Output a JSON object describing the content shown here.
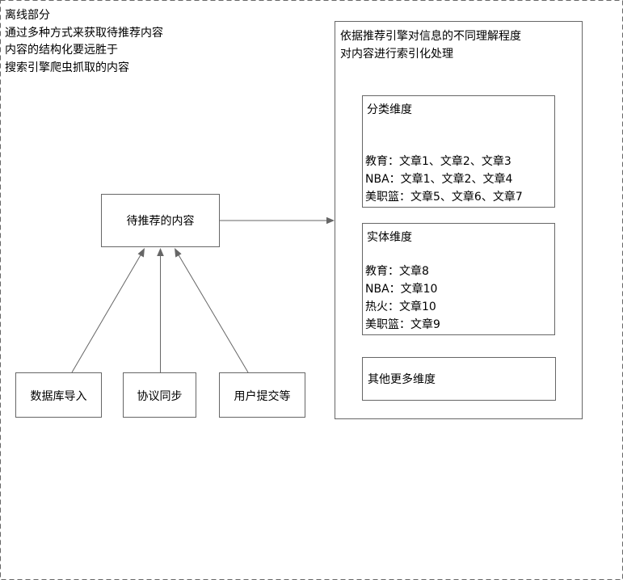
{
  "offline_section": {
    "lines": [
      "离线部分",
      "通过多种方式来获取待推荐内容",
      "内容的结构化要远胜于",
      "搜索引擎爬虫抓取的内容"
    ]
  },
  "pending_content": {
    "label": "待推荐的内容"
  },
  "sources": [
    {
      "label": "数据库导入"
    },
    {
      "label": "协议同步"
    },
    {
      "label": "用户提交等"
    }
  ],
  "index_panel": {
    "lines": [
      "依据推荐引擎对信息的不同理解程度",
      "对内容进行索引化处理"
    ]
  },
  "category_dimension": {
    "title": "分类维度",
    "rows": [
      "教育：文章1、文章2、文章3",
      "NBA：文章1、文章2、文章4",
      "美职篮：文章5、文章6、文章7"
    ]
  },
  "entity_dimension": {
    "title": "实体维度",
    "rows": [
      "教育：文章8",
      "NBA：文章10",
      "热火：文章10",
      "美职篮：文章9"
    ]
  },
  "other_dimension": {
    "title": "其他更多维度"
  }
}
